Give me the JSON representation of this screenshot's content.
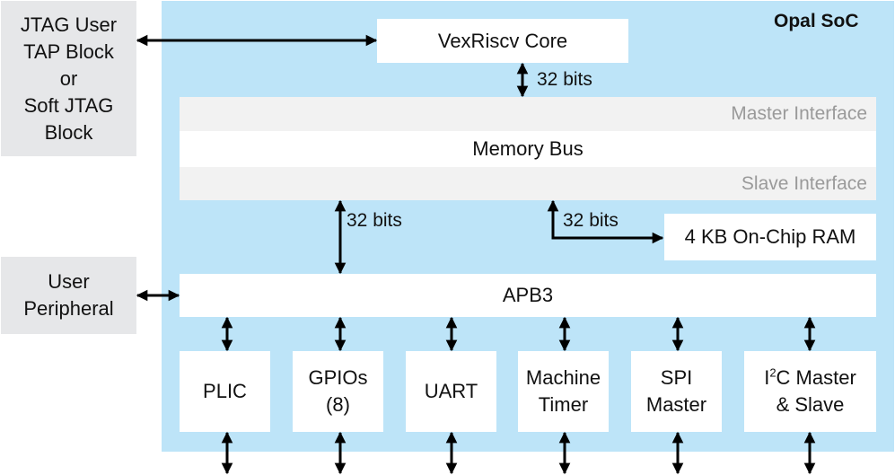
{
  "diagram": {
    "title": "Opal SoC",
    "external": {
      "jtag": [
        "JTAG User",
        "TAP Block",
        "or",
        "Soft JTAG",
        "Block"
      ],
      "user_peripheral": [
        "User",
        "Peripheral"
      ]
    },
    "core": "VexRiscv Core",
    "core_bus_width": "32 bits",
    "memory_bus": {
      "label": "Memory Bus",
      "master_interface": "Master Interface",
      "slave_interface": "Slave Interface"
    },
    "apb_bus_width": "32 bits",
    "ram_bus_width": "32 bits",
    "ram": "4 KB On-Chip RAM",
    "apb": "APB3",
    "peripherals": [
      {
        "line1": "PLIC",
        "line2": ""
      },
      {
        "line1": "GPIOs",
        "line2": "(8)"
      },
      {
        "line1": "UART",
        "line2": ""
      },
      {
        "line1": "Machine",
        "line2": "Timer"
      },
      {
        "line1": "SPI",
        "line2": "Master"
      },
      {
        "line1_pre": "I",
        "line1_sup": "2",
        "line1_post": "C Master",
        "line2": "& Slave"
      }
    ],
    "colors": {
      "soc_background": "#bde4f8",
      "external_block": "#e6e7e9",
      "interface_band": "#f2f2f2",
      "interface_text": "#9a9a9a",
      "arrow": "#000000"
    }
  }
}
